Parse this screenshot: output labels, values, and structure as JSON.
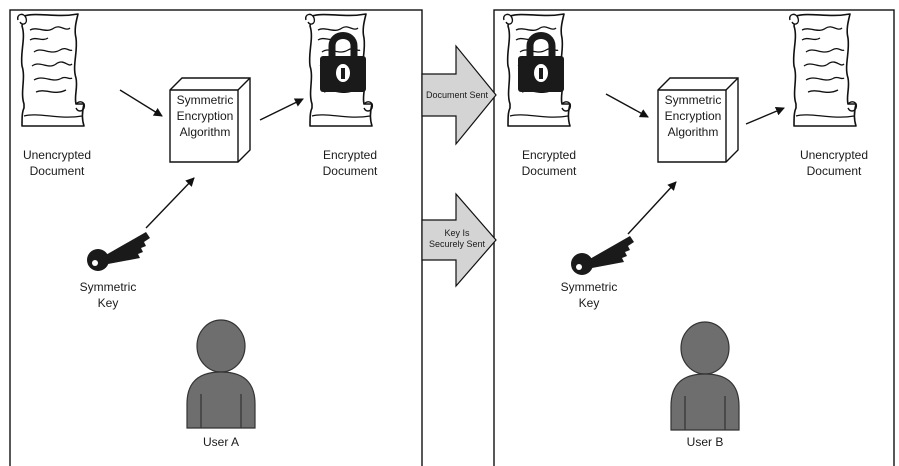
{
  "left_panel": {
    "plain_doc_label": [
      "Unencrypted",
      "Document"
    ],
    "algorithm_label": [
      "Symmetric",
      "Encryption",
      "Algorithm"
    ],
    "encrypted_doc_label": [
      "Encrypted",
      "Document"
    ],
    "key_label": [
      "Symmetric",
      "Key"
    ],
    "user_label": "User A"
  },
  "transfer": {
    "document_arrow_label": "Document Sent",
    "key_arrow_label": [
      "Key Is",
      "Securely Sent"
    ]
  },
  "right_panel": {
    "encrypted_doc_label": [
      "Encrypted",
      "Document"
    ],
    "algorithm_label": [
      "Symmetric",
      "Encryption",
      "Algorithm"
    ],
    "plain_doc_label": [
      "Unencrypted",
      "Document"
    ],
    "key_label": [
      "Symmetric",
      "Key"
    ],
    "user_label": "User B"
  },
  "colors": {
    "line": "#111111",
    "user_fill": "#6e6e6e",
    "arrow_fill": "#d4d4d4",
    "lock_fill": "#1a1a1a"
  }
}
